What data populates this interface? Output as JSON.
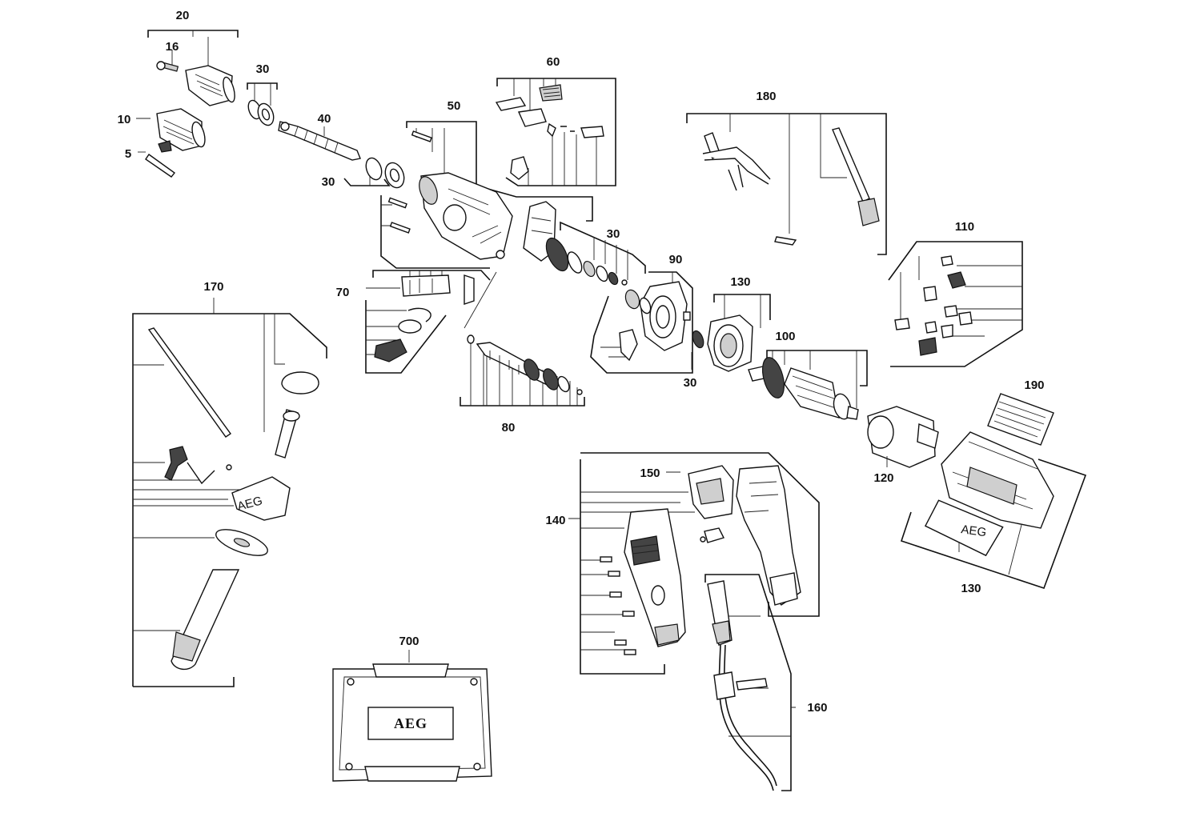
{
  "labels": {
    "l20": "20",
    "l16": "16",
    "l30a": "30",
    "l10": "10",
    "l5": "5",
    "l40": "40",
    "l30b": "30",
    "l50": "50",
    "l60": "60",
    "l180": "180",
    "l110": "110",
    "l30c": "30",
    "l90": "90",
    "l130a": "130",
    "l70": "70",
    "l100": "100",
    "l30d": "30",
    "l80": "80",
    "l190": "190",
    "l170": "170",
    "l150": "150",
    "l120": "120",
    "l140": "140",
    "l130b": "130",
    "l700": "700",
    "l160": "160"
  },
  "brand": {
    "handle_ring": "AEG",
    "motor_housing": "AEG",
    "case": "AEG"
  },
  "icons": [
    "drill-chuck",
    "chuck-key",
    "spindle",
    "gearbox-housing",
    "gear",
    "armature",
    "stator",
    "carbon-brush",
    "switch",
    "side-handle",
    "depth-gauge",
    "power-cord",
    "carry-case"
  ]
}
